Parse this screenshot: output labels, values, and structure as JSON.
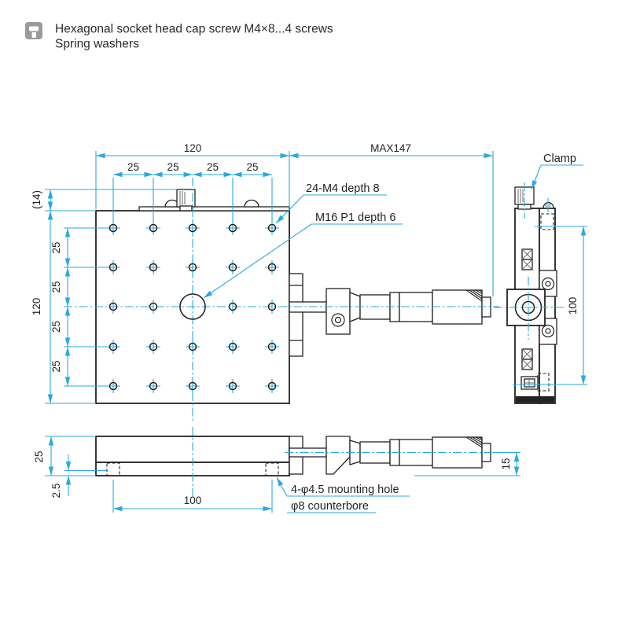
{
  "colors": {
    "dimension": "#29a9e1",
    "line": "#232323",
    "icon_bg": "#9b9b9d",
    "text": "#2b2b2b"
  },
  "note": {
    "icon": "screw-icon",
    "line1": "Hexagonal socket head cap screw M4×8...4 screws",
    "line2": "Spring washers"
  },
  "front_view": {
    "dim_width": "120",
    "dim_max_length": "MAX147",
    "dim_cols": [
      "25",
      "25",
      "25",
      "25"
    ],
    "dim_knob": "(14)",
    "dim_height": "120",
    "dim_rows": [
      "25",
      "25",
      "25",
      "25"
    ],
    "label_thread_holes": "24-M4 depth 8",
    "label_center_thread": "M16 P1 depth 6"
  },
  "side_view": {
    "label_clamp": "Clamp",
    "dim_hole_span": "100"
  },
  "bottom_view": {
    "dim_thickness": "25",
    "dim_base": "2.5",
    "dim_hole_span": "100",
    "dim_center_height": "15",
    "label_mounting": "4-φ4.5 mounting hole",
    "label_counterbore": "φ8 counterbore"
  }
}
